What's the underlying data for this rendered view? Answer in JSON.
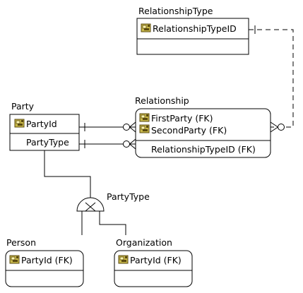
{
  "entities": {
    "relationship_type": {
      "title": "RelationshipType",
      "pk": [
        "RelationshipTypeID"
      ],
      "attrs": []
    },
    "party": {
      "title": "Party",
      "pk": [
        "PartyId"
      ],
      "attrs": [
        "PartyType"
      ]
    },
    "relationship": {
      "title": "Relationship",
      "pk": [
        "FirstParty (FK)",
        "SecondParty (FK)"
      ],
      "attrs": [
        "RelationshipTypeID (FK)"
      ]
    },
    "person": {
      "title": "Person",
      "pk": [
        "PartyId (FK)"
      ],
      "attrs": []
    },
    "organization": {
      "title": "Organization",
      "pk": [
        "PartyId (FK)"
      ],
      "attrs": []
    }
  },
  "subtype": {
    "discriminator": "PartyType"
  },
  "colors": {
    "line": "#000000",
    "key_icon_body": "#c8b84a",
    "key_icon_dark": "#5a4a10"
  },
  "icons": {
    "key": "key-icon"
  }
}
